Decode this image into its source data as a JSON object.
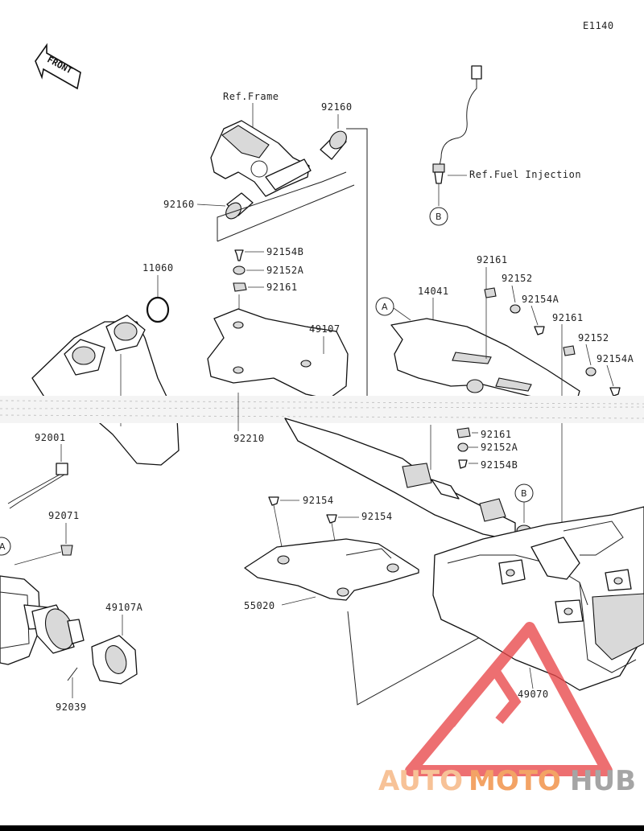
{
  "diagram_code": "E1140",
  "front_label": "FRONT",
  "refs": {
    "frame": "Ref.Frame",
    "fuel_injection": "Ref.Fuel Injection"
  },
  "callouts": {
    "A": "A",
    "B": "B"
  },
  "parts": {
    "p92160_top": "92160",
    "p92160_left": "92160",
    "p92154B_top": "92154B",
    "p92152A_top": "92152A",
    "p92161_top": "92161",
    "p11060": "11060",
    "p49107": "49107",
    "p14041": "14041",
    "p92161_r1": "92161",
    "p92152_r1": "92152",
    "p92154A_r1": "92154A",
    "p92161_r2": "92161",
    "p92152_r2": "92152",
    "p92154A_r2": "92154A",
    "p92001": "92001",
    "p92210": "92210",
    "p92161_mid": "92161",
    "p92152A_mid": "92152A",
    "p92154B_mid": "92154B",
    "p92071": "92071",
    "p92154_a": "92154",
    "p92154_b": "92154",
    "p55020": "55020",
    "p49107A": "49107A",
    "p92039": "92039",
    "p49070": "49070"
  },
  "watermark": {
    "part1": "AUTO",
    "part2": "MOTO",
    "part3": "HUB",
    "color1": "#f5b27a",
    "color2": "#f08a3a",
    "color3": "#8c8c8c",
    "logo_color": "#e8474a"
  }
}
